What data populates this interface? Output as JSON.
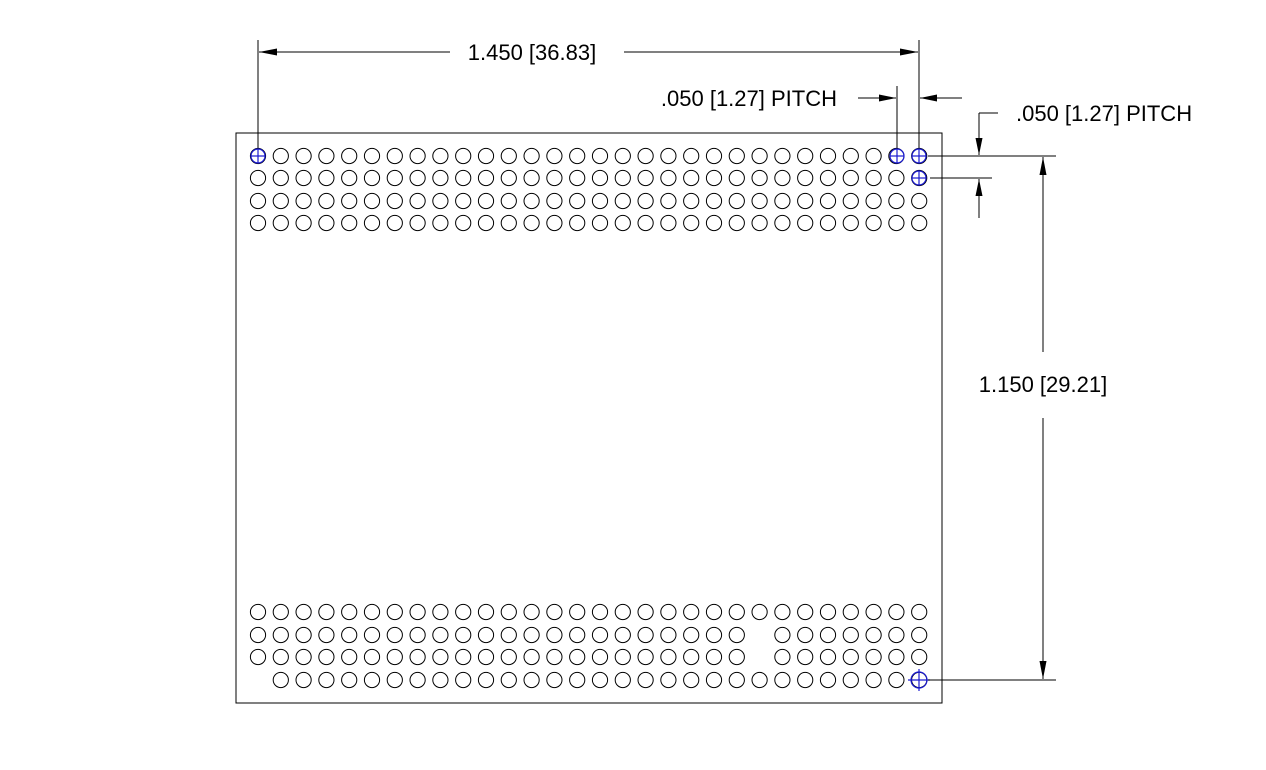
{
  "dimensions": {
    "width_label": "1.450 [36.83]",
    "height_label": "1.150 [29.21]",
    "pitch_horizontal_label": ".050 [1.27] PITCH",
    "pitch_vertical_label": ".050 [1.27] PITCH"
  },
  "pad_array": {
    "columns": 30,
    "top_rows": [
      {
        "skip_columns": []
      },
      {
        "skip_columns": []
      },
      {
        "skip_columns": []
      },
      {
        "skip_columns": []
      }
    ],
    "bottom_rows": [
      {
        "skip_columns": []
      },
      {
        "skip_columns": [
          22
        ]
      },
      {
        "skip_columns": [
          22
        ]
      },
      {
        "skip_columns": [
          0
        ]
      }
    ]
  },
  "colors": {
    "outline": "#000000",
    "reference_marker": "#1a1ad0"
  }
}
